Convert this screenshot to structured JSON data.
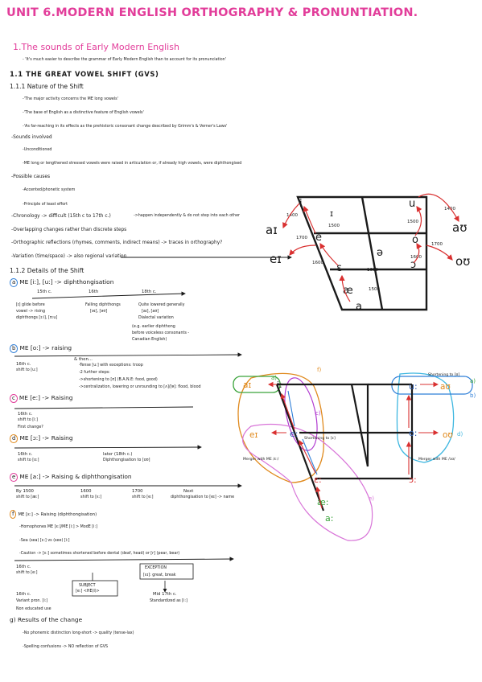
{
  "title": "UNIT 6.MODERN ENGLISH ORTHOGRAPHY & PRONUNTIATION.",
  "section1": {
    "heading": "1.The sounds of Early Modern English",
    "note": "- 'It's much easier to describe the grammar of Early Modern English than to account for its pronunciation'"
  },
  "gvs": {
    "heading": "1.1 THE GREAT VOWEL SHIFT (GVS)",
    "nature_heading": "1.1.1 Nature of the Shift",
    "nature_items": [
      "-'The major activity concerns the ME long vowels'",
      "-'The base of English as a distinctive feature of English vowels'",
      "-'As far-reaching in its effects as the prehistoric consonant change described by Grimm's & Verner's Laws'"
    ],
    "sounds_heading": "-Sounds involved",
    "sounds_items": [
      "-Unconditioned",
      "-ME long or lengthened stressed vowels were raised in articulation or, if already high vowels, were diphthongised"
    ],
    "causes_heading": "-Possible causes",
    "causes_items": [
      "-Accented/phonetic system",
      "-Principle of least effort"
    ],
    "chronology_label": "-Chronology -> difficult (15th c to 17th c.)",
    "chronology_note": "->happen independently & do not step into each other",
    "overlapping": "-Overlapping changes rather than discrete steps",
    "orthographic": "-Orthographic reflections (rhymes, comments, indirect means) -> traces in orthography?",
    "variation": "-Variation (time/space) -> also regional variation",
    "details_heading": "1.1.2 Details of the Shift"
  },
  "detail_a": {
    "letter": "a",
    "label": "ME [i:], [u:] -> diphthongisation",
    "t1": "15th c.",
    "t2": "16th",
    "t3": "18th c.",
    "col1": [
      "[ɪ] glide before",
      "vowel -> rising",
      "diphthongs [ɪ:i], [ʊ:u]"
    ],
    "col2": [
      "Falling diphthongs",
      "[əɪ], [əʊ]"
    ],
    "col3": [
      "Quite lowered generally",
      "[aɪ], [aʊ]",
      "Dialectal variation"
    ],
    "example": [
      "(e.g. earlier diphthong",
      "before voiceless consonants -",
      "Canadian English)"
    ]
  },
  "detail_b": {
    "letter": "b",
    "label": "ME [o:] -> raising",
    "t1": "16th c.",
    "shift": "shift to [u:]",
    "then": "& then...",
    "items": [
      "-Tense [u:] with exceptions: troop",
      "-2 further steps:",
      "  ->shortening to [ʊ] (B.A.N.E: food, good)",
      "  ->centralization, lowering or unrounding to [ʌ]/[ɐ]: flood, blood"
    ]
  },
  "detail_c": {
    "letter": "c",
    "label": "ME [e:] -> Raising",
    "t1": "16th c.",
    "lines": [
      "shift to [i:]",
      "First change?"
    ]
  },
  "detail_d": {
    "letter": "d",
    "label": "ME [ɔ:] -> Raising",
    "t1": "16th c.",
    "shift": "shift to [o:]",
    "later": "later (18th c.)",
    "later2": "Diphthongisation to [oʊ]"
  },
  "detail_e": {
    "letter": "e",
    "label": "ME [a:] -> Raising & diphthongisation",
    "steps": [
      [
        "By 1500",
        "shift to [æ:]"
      ],
      [
        "1600",
        "shift to [ɛ:]"
      ],
      [
        "1700",
        "shift to [e:]"
      ],
      [
        "Next",
        "diphthongisation to [eɪ] -> name"
      ]
    ]
  },
  "detail_f": {
    "letter": "f",
    "label": "ME [ɛ:] -> Raising (diphthongisation)",
    "items": [
      "-Homophones ME [ɛ:]/ME [i:] > ModE [i:]",
      "-Sea (sea) [ɛ:] vs (see) [i:]",
      "-Caution -> [ɛ:] sometimes shortened before dental (deaf, head) or [r] (pear, bear)"
    ],
    "t1": "16th c.",
    "shift": "shift to [e:]",
    "box_subject": "SUBJECT",
    "box_subject2": "[e:] <HE(I)>",
    "exception": "EXCEPTION",
    "exception2": "[ɛɪ]: great, break",
    "t2": "16th c.",
    "variant": "Variant pron. [i:]",
    "nonedu": "Non educated use",
    "mid": "Mid 17th c.",
    "standard": "Standardized as [i:]"
  },
  "detail_g": {
    "letter": "g",
    "label": "Results of the change",
    "items": [
      "-No phonemic distinction long-short -> quality (tense-lax)",
      "-Spelling confusions -> NO reflection of GVS"
    ]
  },
  "chart1": {
    "vowels": [
      "i",
      "u",
      "e",
      "o",
      "ɛ",
      "ɔ",
      "æ",
      "a",
      "aɪ",
      "aʊ",
      "eɪ",
      "oʊ",
      "ɪ",
      "ə"
    ],
    "dates": [
      "1400",
      "1500",
      "1700",
      "1600",
      "1400",
      "1500",
      "1700",
      "1600",
      "1600",
      "1500"
    ]
  },
  "chart2": {
    "vowels": [
      "i:",
      "u:",
      "e:",
      "o:",
      "ɛ:",
      "ɔ:",
      "æ:",
      "a:",
      "aɪ",
      "aʊ",
      "eɪ",
      "oʊ"
    ],
    "notes": [
      "Shortening to [ʊ]",
      "Shortening to [ɛ]",
      "Merger with ME /ɛ:/",
      "Merger with ME /ɔʊ/"
    ],
    "letters": [
      "f)",
      "c)",
      "d)",
      "e)",
      "a)",
      "b)",
      "a)"
    ]
  },
  "colors": {
    "pink": "#e23d9a",
    "orange": "#e08a1e",
    "green": "#3aa33a",
    "blue": "#2f7fd8",
    "purple": "#b03ad0",
    "red": "#d93030",
    "cyan": "#3fb7e0"
  }
}
